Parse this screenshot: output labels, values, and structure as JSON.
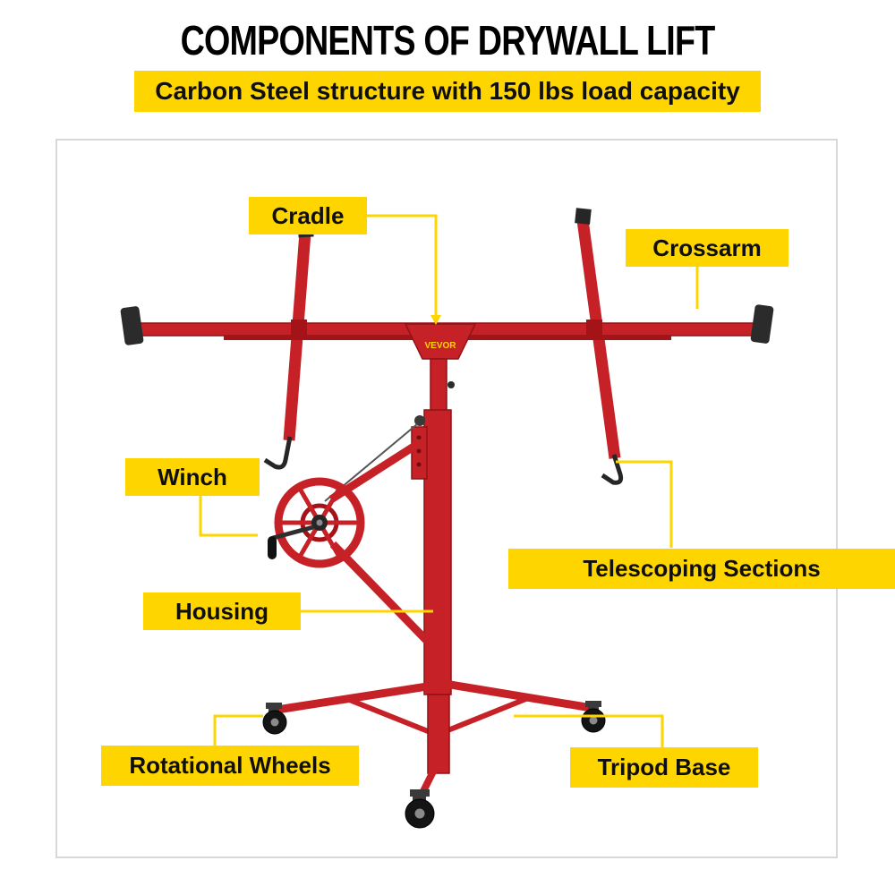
{
  "header": {
    "title": "COMPONENTS OF DRYWALL LIFT",
    "subtitle": "Carbon Steel structure with 150 lbs load capacity"
  },
  "diagram": {
    "brand_mark": "VEVOR",
    "labels": {
      "cradle": "Cradle",
      "crossarm": "Crossarm",
      "winch": "Winch",
      "telescoping_sections": "Telescoping Sections",
      "housing": "Housing",
      "rotational_wheels": "Rotational Wheels",
      "tripod_base": "Tripod Base"
    }
  },
  "colors": {
    "accent_yellow": "#FFD500",
    "lift_red": "#C62127",
    "lift_red_dark": "#8F1216",
    "hardware_black": "#262626",
    "text_black": "#0F0F0F",
    "frame_border_gray": "#D8D8D8"
  }
}
